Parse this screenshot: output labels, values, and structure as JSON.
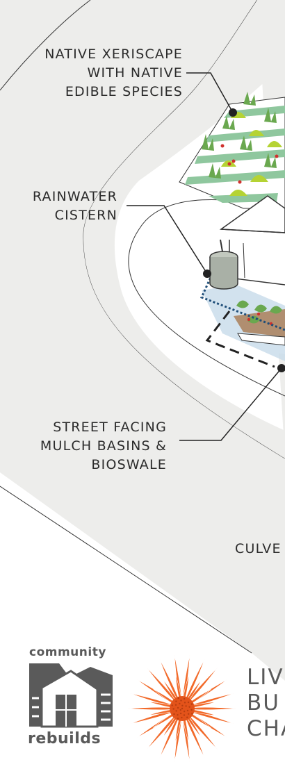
{
  "labels": {
    "xeriscape": [
      "NATIVE XERISCAPE",
      "WITH NATIVE",
      "EDIBLE SPECIES"
    ],
    "cistern": [
      "RAINWATER",
      "CISTERN"
    ],
    "mulch": [
      "STREET FACING",
      "MULCH BASINS &",
      "BIOSWALE"
    ],
    "culvert": "CULVE"
  },
  "logos": {
    "community_rebuilds": {
      "top_word": "community",
      "bottom_word": "rebuilds"
    },
    "living_building": [
      "LIV",
      "BU",
      "CHA"
    ],
    "sunflower_icon": "sunflower-icon"
  },
  "colors": {
    "ground": "#ededeb",
    "bed_green": "#8fc79e",
    "plant_green": "#6aa84f",
    "plant_lime": "#b5d334",
    "berry": "#d0312d",
    "cistern": "#a9b0a6",
    "water": "#c7dbea",
    "dotted_blue": "#1f4e79",
    "mulch": "#b08e70",
    "logo_gray": "#5a5a5a",
    "sunflower_orange": "#f26a2a"
  }
}
